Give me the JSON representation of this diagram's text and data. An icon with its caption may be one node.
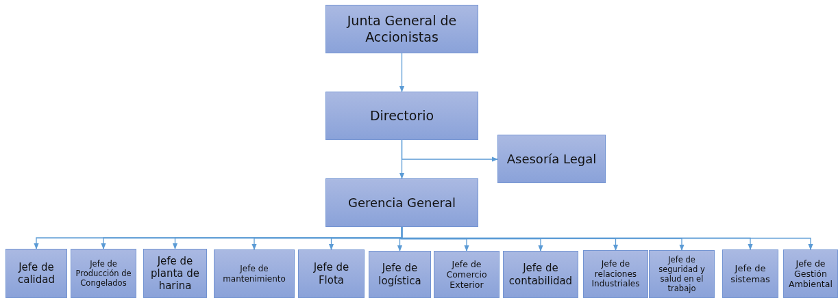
{
  "diagram": {
    "nodes": [
      {
        "text": [
          "Junta General de Accionistas"
        ]
      },
      {
        "text": [
          "Directorio"
        ]
      },
      {
        "text": [
          "Asesoría Legal"
        ]
      },
      {
        "text": [
          "Gerencia General"
        ]
      },
      {
        "text": [
          "Jefe de calidad"
        ]
      },
      {
        "text": [
          "Jefe de Producción de Congelados"
        ]
      },
      {
        "text": [
          "Jefe de planta de harina"
        ]
      },
      {
        "text": [
          "Jefe de mantenimiento"
        ]
      },
      {
        "text": [
          "Jefe de Flota"
        ]
      },
      {
        "text": [
          "Jefe de logística"
        ]
      },
      {
        "text": [
          "Jefe de Comercio Exterior"
        ]
      },
      {
        "text": [
          "Jefe de contabilidad"
        ]
      },
      {
        "text": [
          "Jefe de relaciones Industriales"
        ]
      },
      {
        "text": [
          "Jefe de seguridad y salud en el trabajo"
        ]
      },
      {
        "text": [
          "Jefe de sistemas"
        ]
      },
      {
        "text": [
          "Jefe de Gestión Ambiental"
        ]
      }
    ],
    "edges": [
      {
        "from": 0,
        "to": 1,
        "arrow": "to"
      },
      {
        "from": 1,
        "to": 2,
        "arrow": "to"
      },
      {
        "from": 1,
        "to": 3,
        "arrow": "to"
      },
      {
        "from": 3,
        "to": 4,
        "arrow": "to"
      },
      {
        "from": 3,
        "to": 5,
        "arrow": "to"
      },
      {
        "from": 3,
        "to": 6,
        "arrow": "to"
      },
      {
        "from": 3,
        "to": 7,
        "arrow": "to"
      },
      {
        "from": 3,
        "to": 8,
        "arrow": "to"
      },
      {
        "from": 3,
        "to": 9,
        "arrow": "to"
      },
      {
        "from": 3,
        "to": 10,
        "arrow": "to"
      },
      {
        "from": 3,
        "to": 11,
        "arrow": "to"
      },
      {
        "from": 3,
        "to": 12,
        "arrow": "to"
      },
      {
        "from": 3,
        "to": 13,
        "arrow": "to"
      },
      {
        "from": 3,
        "to": 14,
        "arrow": "to"
      },
      {
        "from": 3,
        "to": 15,
        "arrow": "to"
      }
    ]
  }
}
